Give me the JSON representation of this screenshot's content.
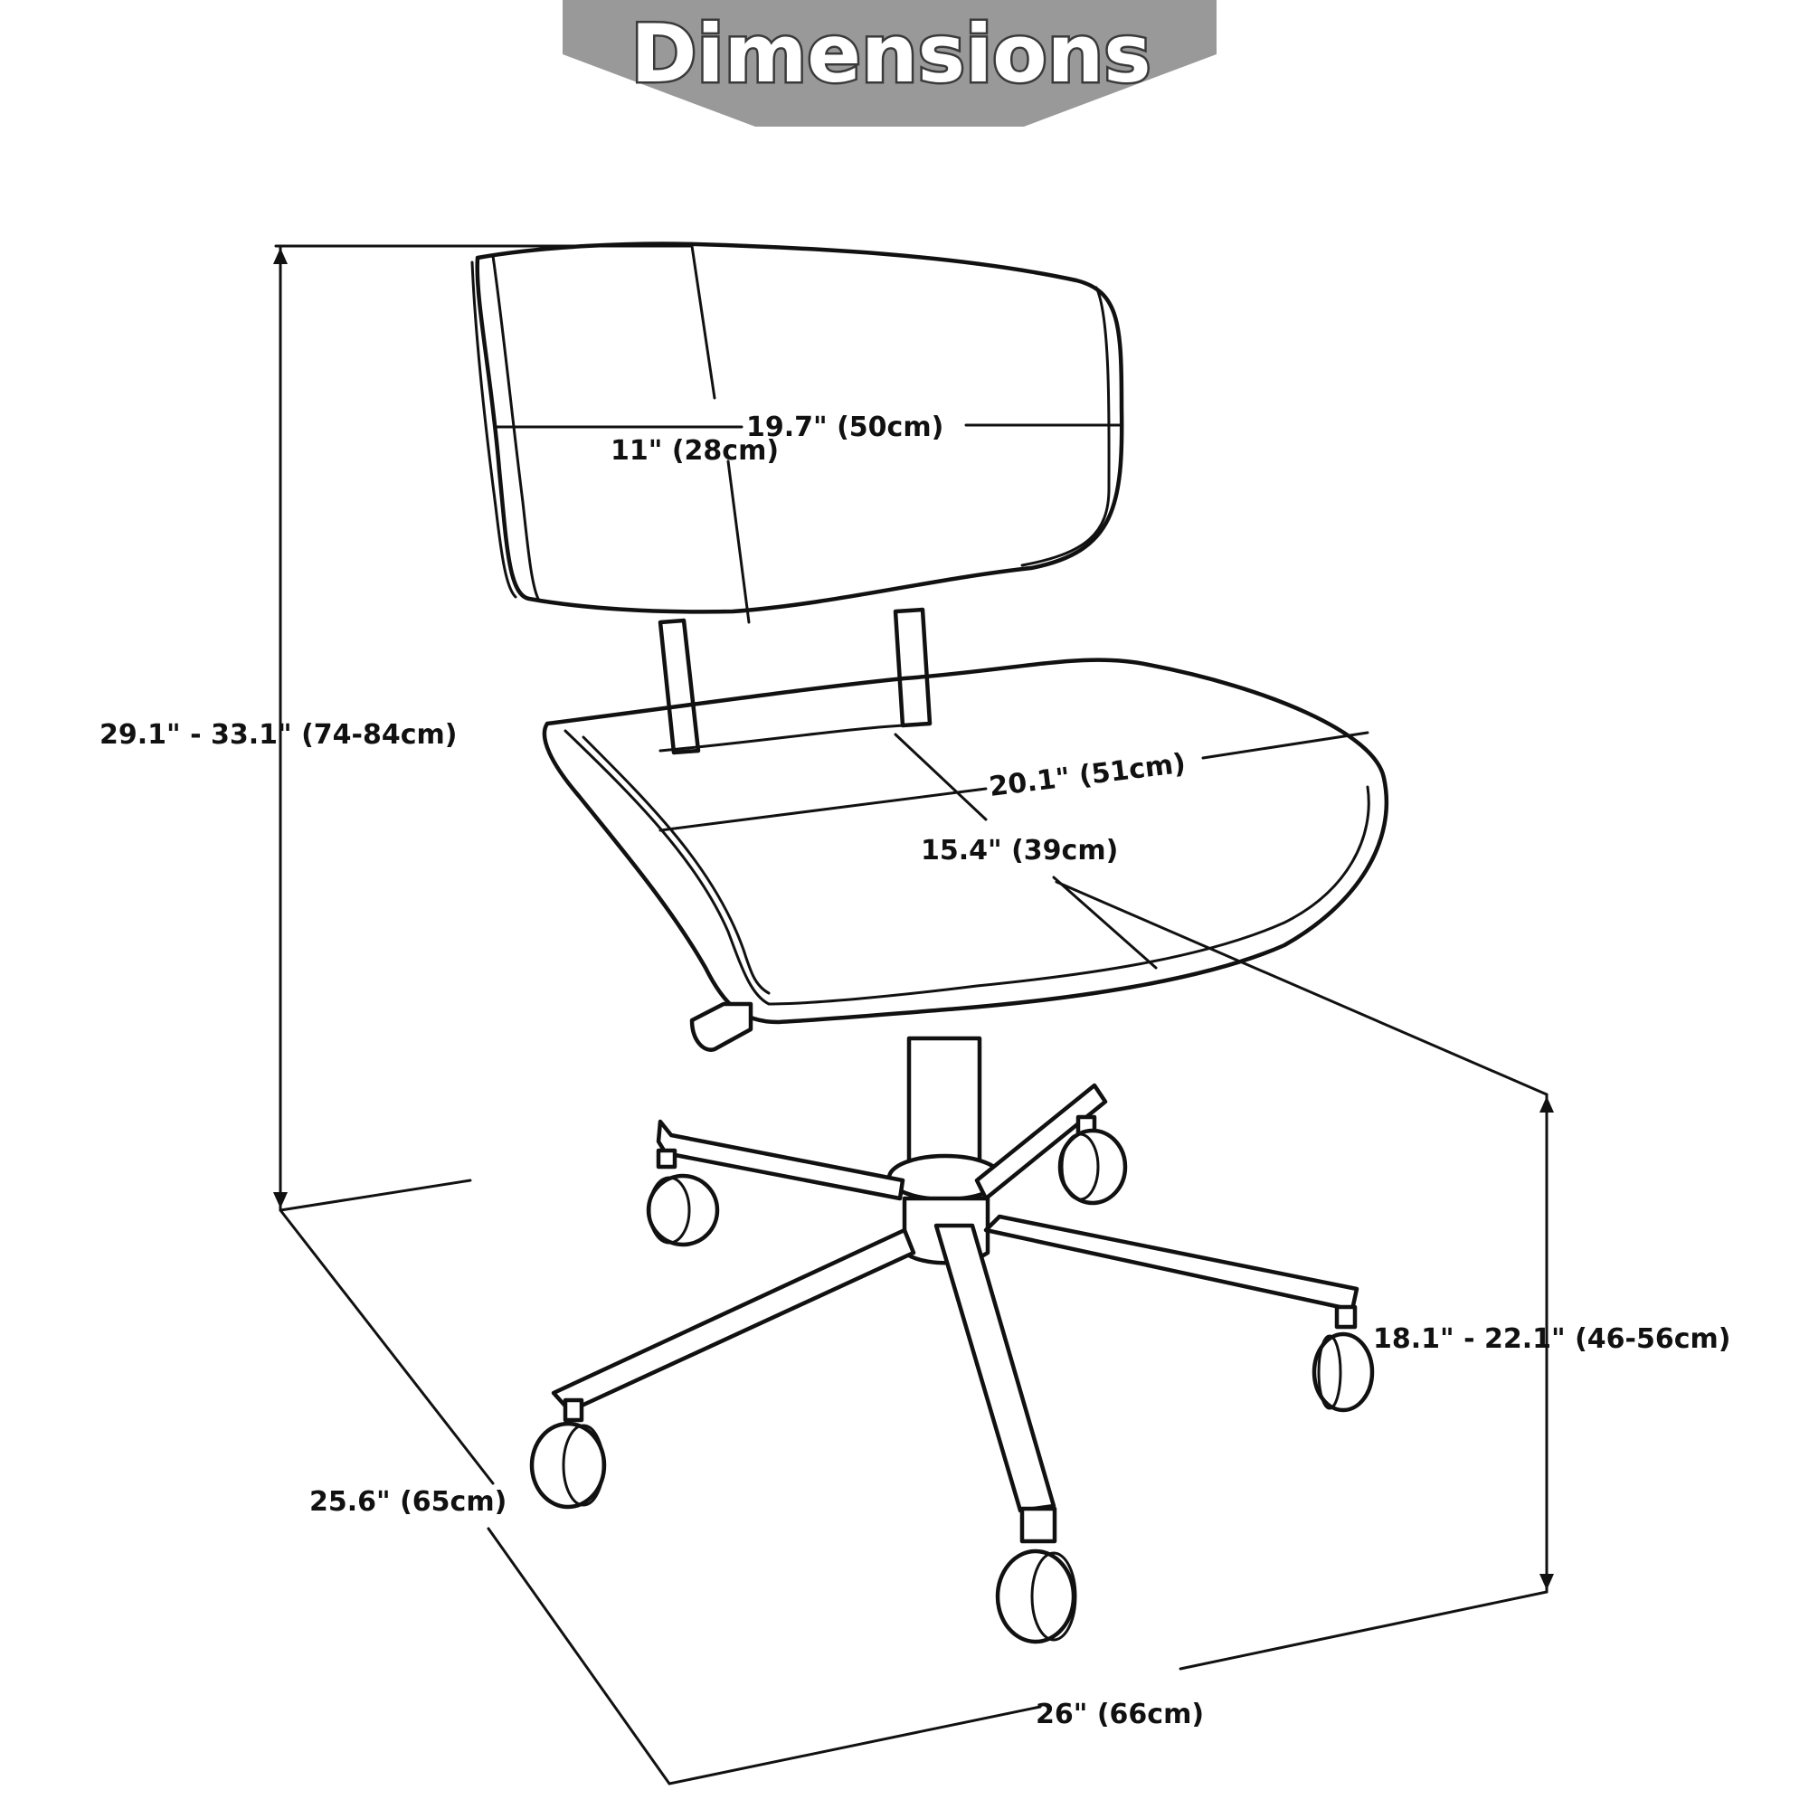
{
  "header": {
    "title": "Dimensions"
  },
  "dimensions": {
    "overall_height": "29.1\" - 33.1\" (74-84cm)",
    "back_width": "19.7\" (50cm)",
    "back_height": "11\" (28cm)",
    "seat_width": "20.1\" (51cm)",
    "seat_depth": "15.4\" (39cm)",
    "seat_height": "18.1\" - 22.1\" (46-56cm)",
    "base_depth": "25.6\" (65cm)",
    "base_width": "26\" (66cm)"
  },
  "colors": {
    "banner": "#999999",
    "line": "#111111",
    "background": "#ffffff"
  }
}
